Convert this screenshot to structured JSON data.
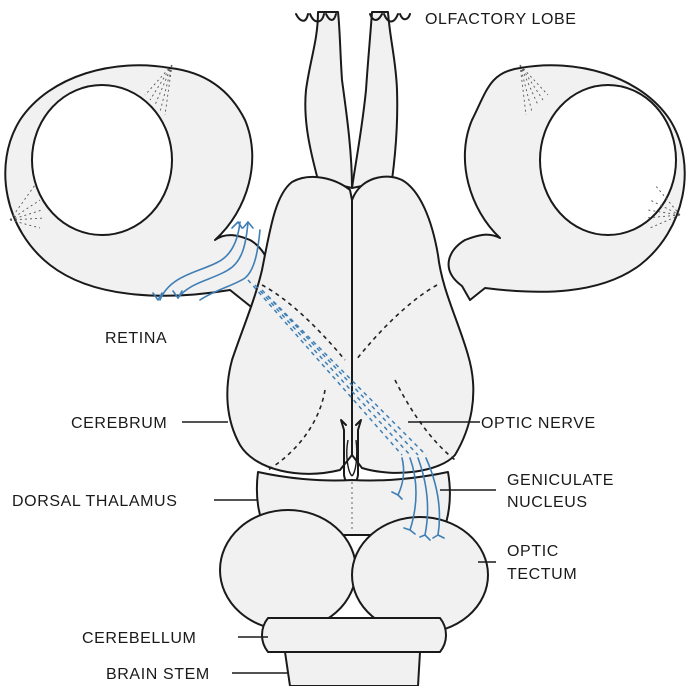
{
  "labels": {
    "olfactory_lobe": "OLFACTORY LOBE",
    "retina": "RETINA",
    "cerebrum": "CEREBRUM",
    "optic_nerve": "OPTIC NERVE",
    "geniculate_line1": "GENICULATE",
    "geniculate_line2": "NUCLEUS",
    "dorsal_thalamus": "DORSAL THALAMUS",
    "optic_tectum_line1": "OPTIC",
    "optic_tectum_line2": "TECTUM",
    "cerebellum": "CEREBELLUM",
    "brain_stem": "BRAIN STEM"
  },
  "colors": {
    "outline": "#1a1a1a",
    "tissue": "#f1f1f1",
    "visual_pathway": "#3f7fb5"
  }
}
